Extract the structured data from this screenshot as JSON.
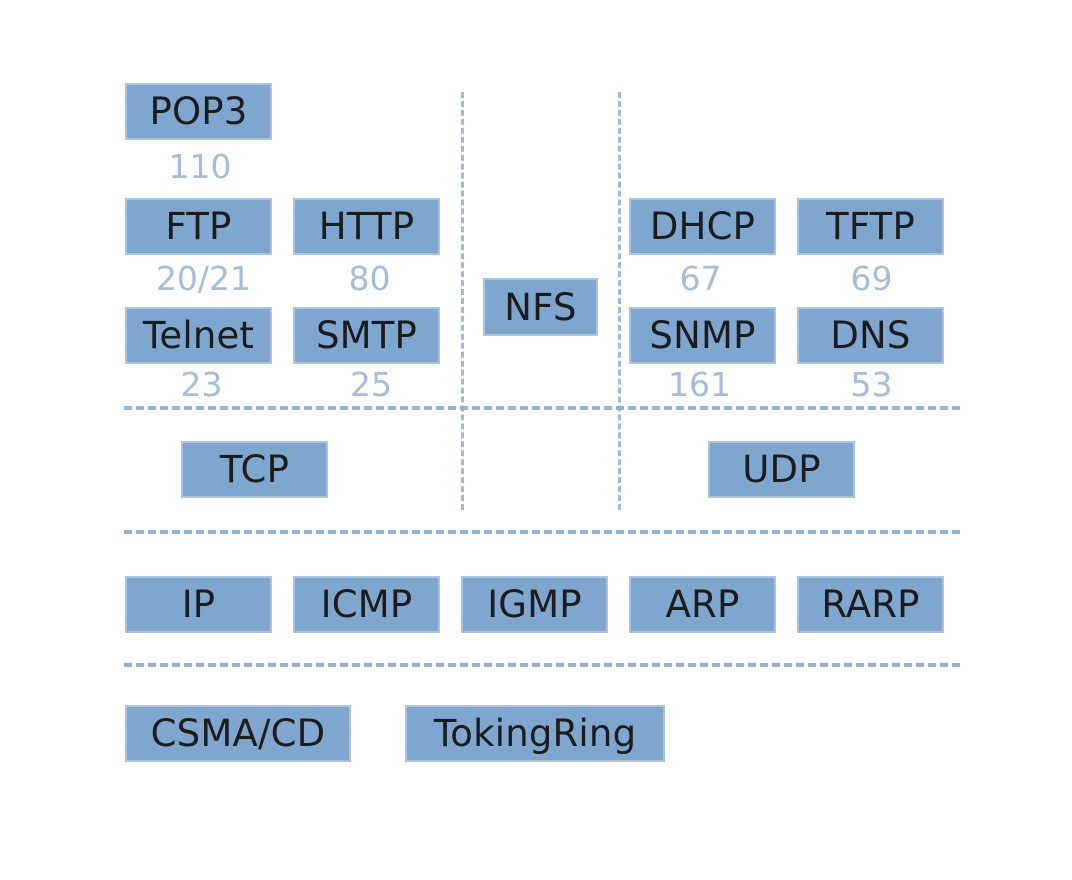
{
  "application_layer": {
    "pop3": {
      "label": "POP3",
      "port": "110"
    },
    "ftp": {
      "label": "FTP",
      "port": "20/21"
    },
    "http": {
      "label": "HTTP",
      "port": "80"
    },
    "telnet": {
      "label": "Telnet",
      "port": "23"
    },
    "smtp": {
      "label": "SMTP",
      "port": "25"
    },
    "nfs": {
      "label": "NFS"
    },
    "dhcp": {
      "label": "DHCP",
      "port": "67"
    },
    "tftp": {
      "label": "TFTP",
      "port": "69"
    },
    "snmp": {
      "label": "SNMP",
      "port": "161"
    },
    "dns": {
      "label": "DNS",
      "port": "53"
    }
  },
  "transport_layer": {
    "tcp": {
      "label": "TCP"
    },
    "udp": {
      "label": "UDP"
    }
  },
  "network_layer": {
    "ip": {
      "label": "IP"
    },
    "icmp": {
      "label": "ICMP"
    },
    "igmp": {
      "label": "IGMP"
    },
    "arp": {
      "label": "ARP"
    },
    "rarp": {
      "label": "RARP"
    }
  },
  "link_layer": {
    "csma_cd": {
      "label": "CSMA/CD"
    },
    "token_ring": {
      "label": "TokingRing"
    }
  },
  "colors": {
    "box_fill": "#7ea6cf",
    "box_border": "#a9c4e0",
    "port_text": "#a3bedd",
    "divider": "#8fb2d6"
  }
}
